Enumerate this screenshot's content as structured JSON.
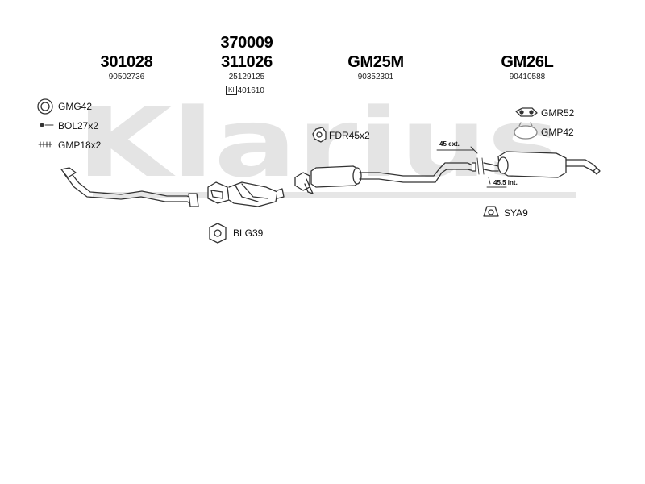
{
  "watermark": {
    "brand": "Klarius",
    "color": "#e4e4e4"
  },
  "parts": [
    {
      "number": "301028",
      "sub": "90502736"
    },
    {
      "number": "370009",
      "number2": "311026",
      "sub": "25129125",
      "ki_tag": "KI",
      "ki_value": "401610"
    },
    {
      "number": "GM25M",
      "sub": "90352301"
    },
    {
      "number": "GM26L",
      "sub": "90410588"
    }
  ],
  "accessories": {
    "gmg42": "GMG42",
    "bol27": "BOL27x2",
    "gmp18": "GMP18x2",
    "blg39": "BLG39",
    "fdr45": "FDR45x2",
    "gmr52": "GMR52",
    "gmp42": "GMP42",
    "sya9": "SYA9"
  },
  "annotations": {
    "ext": "45 ext.",
    "int": "45.5 int."
  }
}
